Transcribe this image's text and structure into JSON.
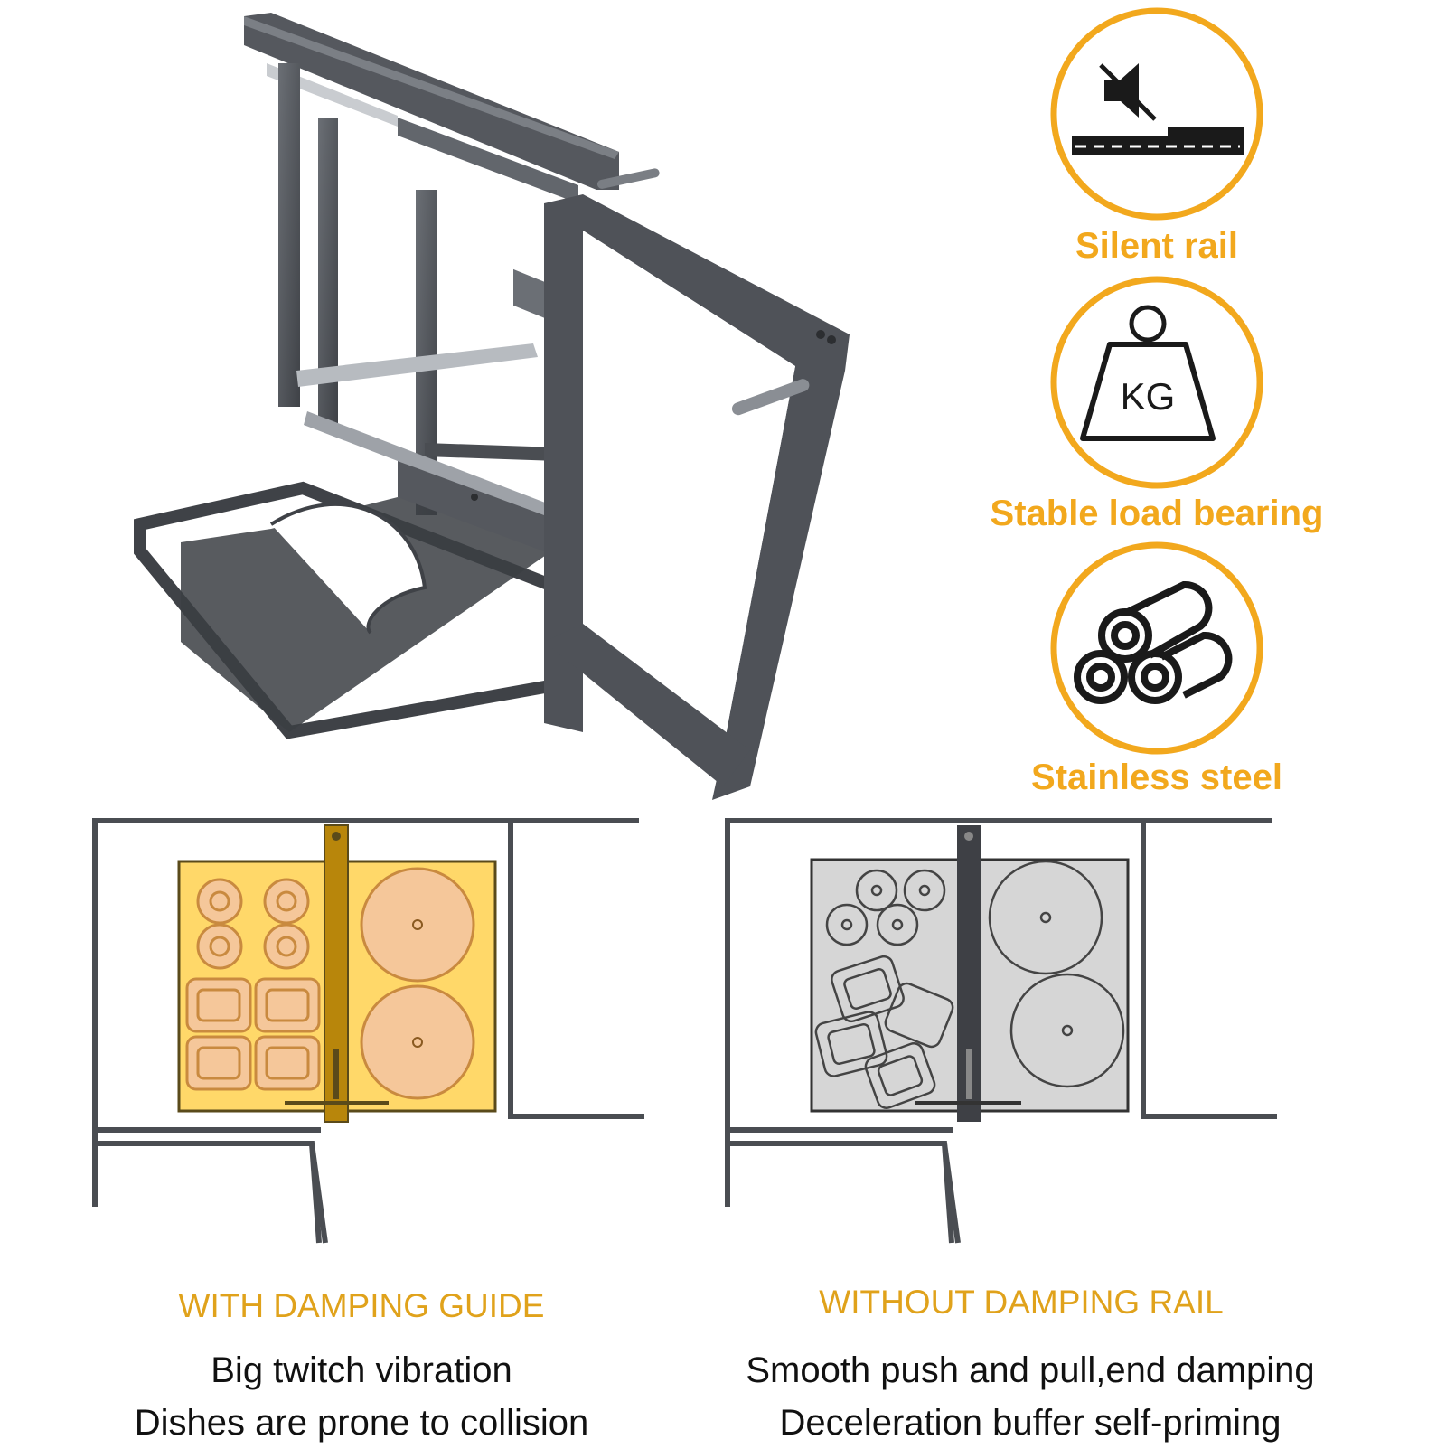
{
  "features": [
    {
      "label": "Silent rail",
      "icon": "muted-speaker-icon"
    },
    {
      "label": "Stable load bearing",
      "icon": "weight-kg-icon",
      "icon_text": "KG"
    },
    {
      "label": "Stainless steel",
      "icon": "steel-rolls-icon"
    }
  ],
  "comparison": {
    "left": {
      "title": "WITH DAMPING GUIDE",
      "desc_line1": "Big twitch vibration",
      "desc_line2": "Dishes are prone to collision"
    },
    "right": {
      "title": "WITHOUT DAMPING RAIL",
      "desc_line1": "Smooth push and pull,end damping",
      "desc_line2": "Deceleration buffer self-priming"
    }
  },
  "colors": {
    "accent": "#F2A81D",
    "frame": "#4a4d52",
    "yellow_panel": "#FFD869",
    "peach": "#F5C79A",
    "grey_panel": "#D6D6D6"
  }
}
